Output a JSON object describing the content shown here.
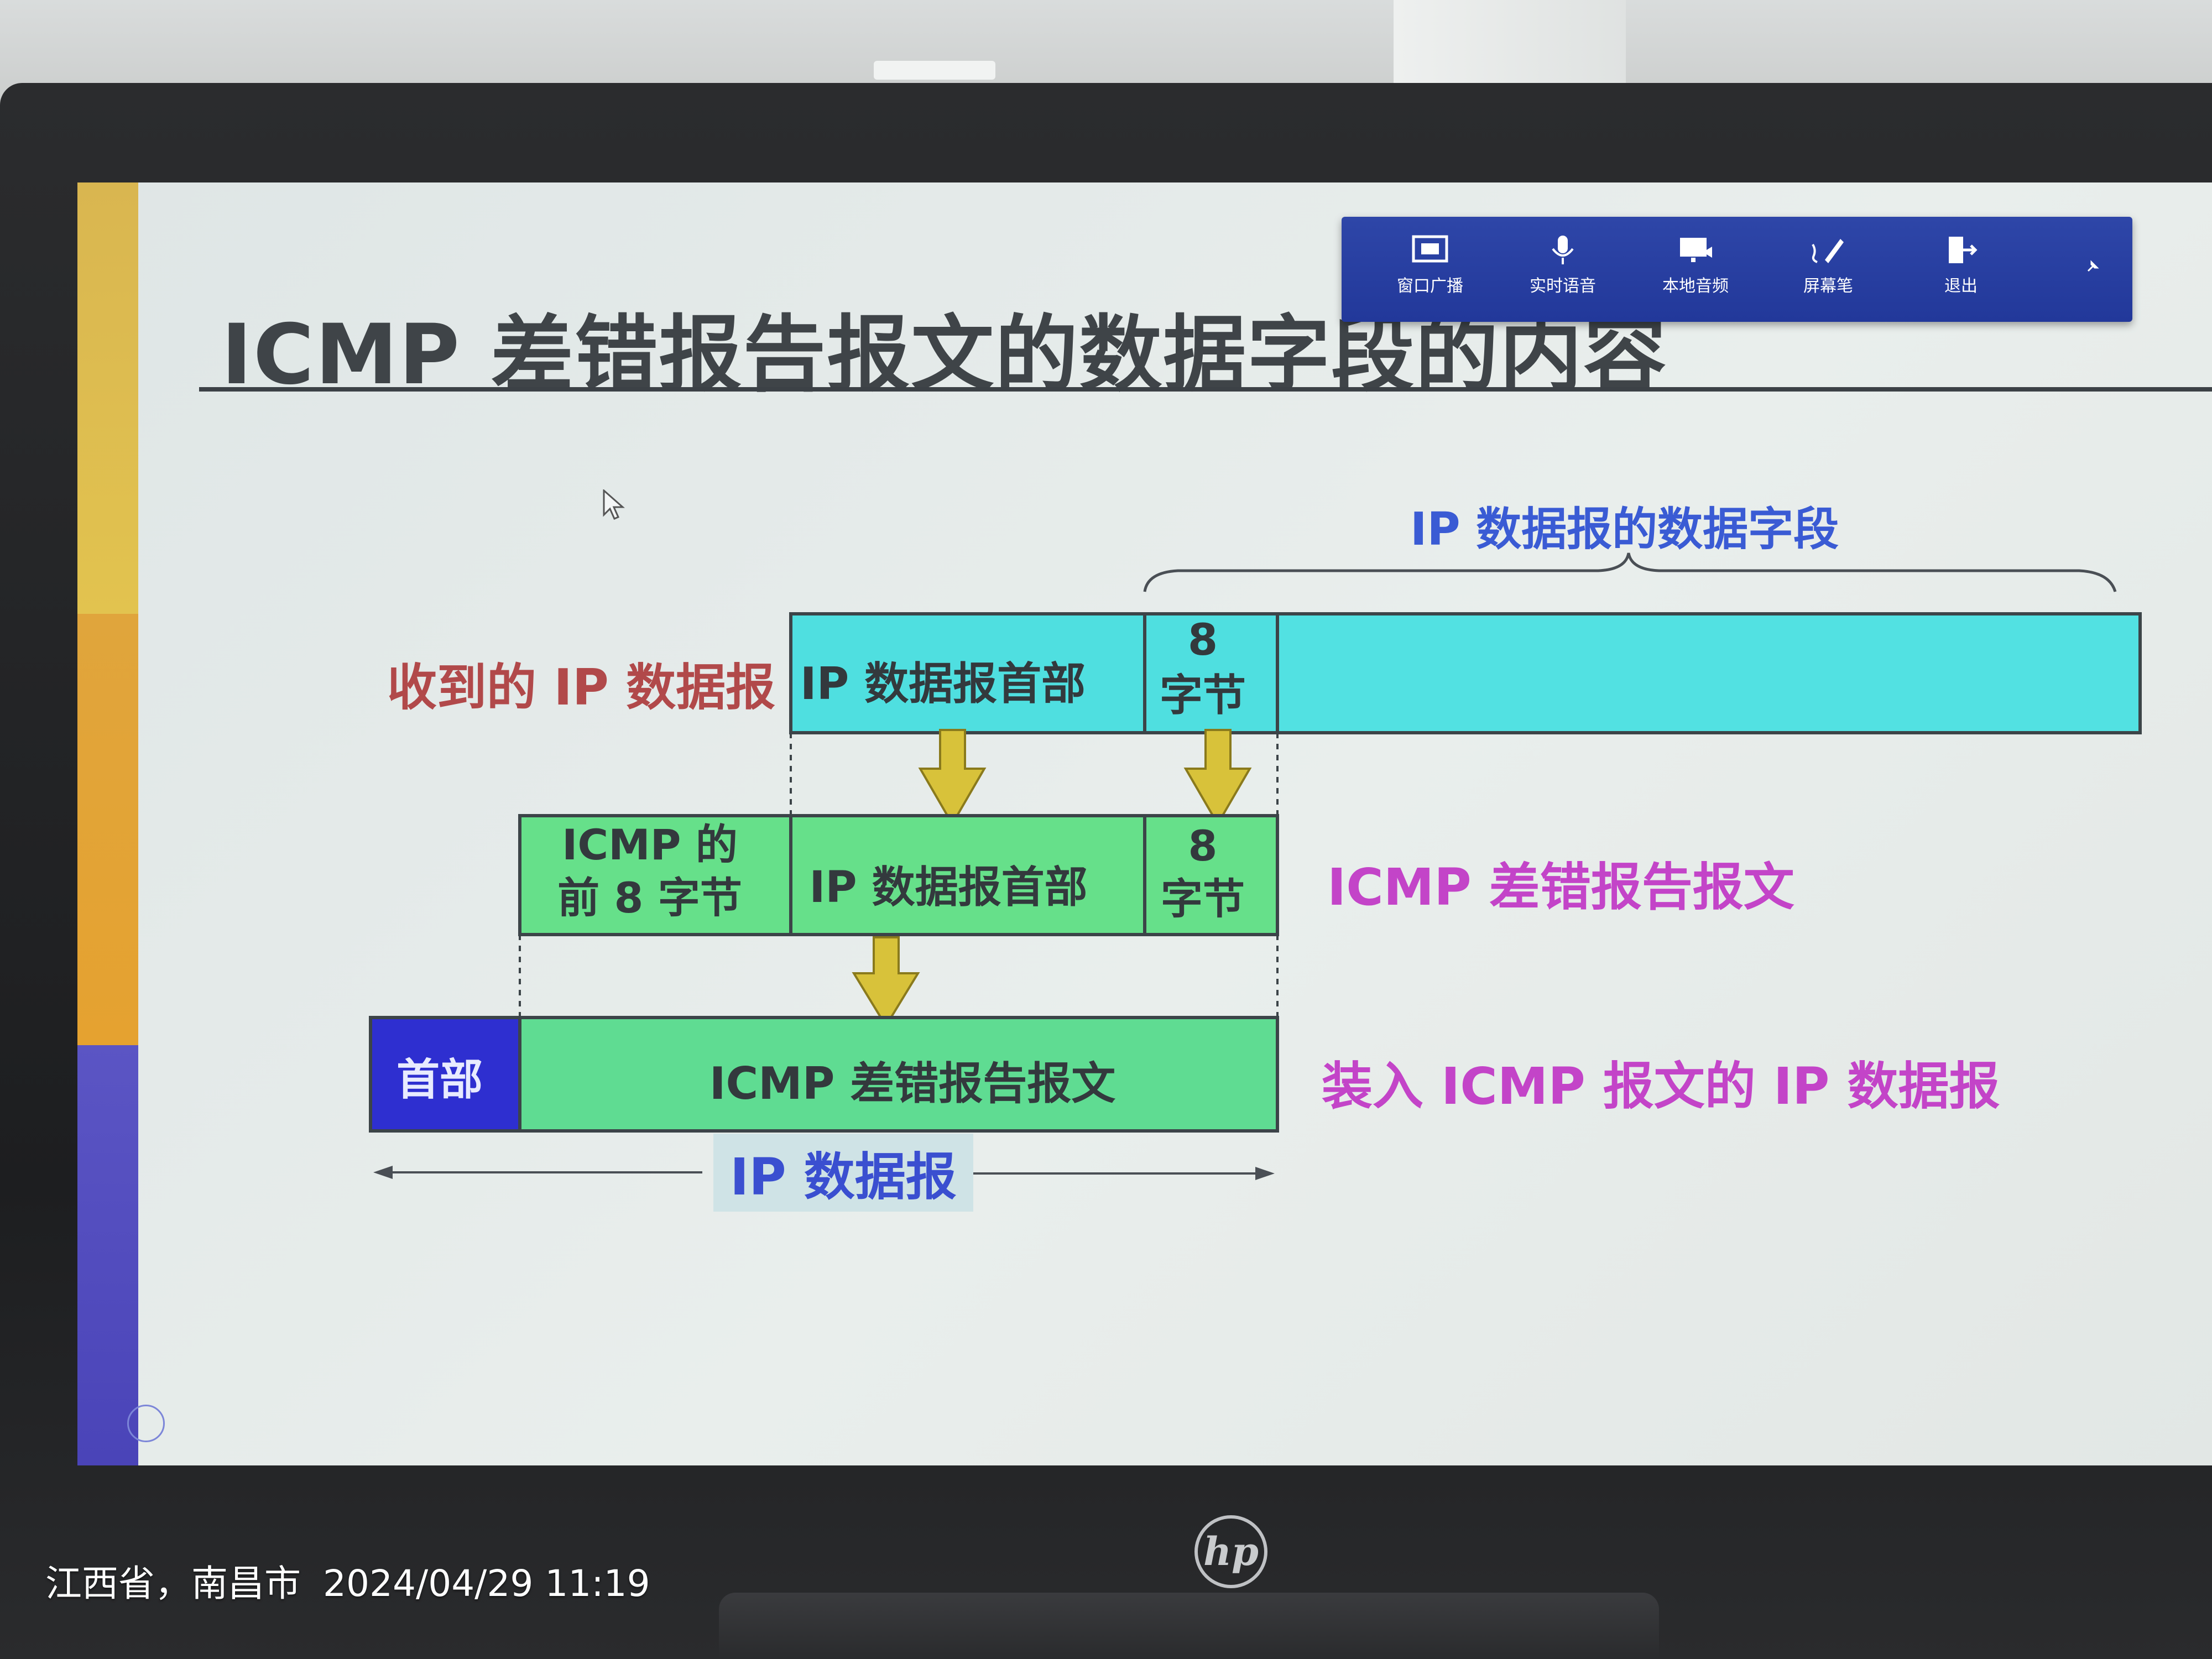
{
  "slide": {
    "title": "ICMP 差错报告报文的数据字段的内容",
    "labels": {
      "received": "收到的 IP 数据报",
      "ip_data_field": "IP 数据报的数据字段",
      "icmp_error_message": "ICMP 差错报告报文",
      "packed_datagram": "装入 ICMP 报文的 IP 数据报",
      "ip_datagram": "IP 数据报"
    },
    "boxes": {
      "ip_header_row1": "IP 数据报首部",
      "eight_bytes_row1_num": "8",
      "eight_bytes_row1_unit": "字节",
      "icmp_first_line1": "ICMP 的",
      "icmp_first_line2": "前 8 字节",
      "ip_header_row2": "IP 数据报首部",
      "eight_bytes_row2_num": "8",
      "eight_bytes_row2_unit": "字节",
      "header": "首部",
      "icmp_error_body": "ICMP 差错报告报文"
    },
    "colors": {
      "cyan_box": "#4fdfe0",
      "green_box": "#66e08a",
      "header_blue": "#2e2fd0",
      "arrow_yellow": "#d8c23a"
    }
  },
  "toolbar": {
    "buttons": [
      {
        "label": "窗口广播",
        "icon": "window-broadcast-icon"
      },
      {
        "label": "实时语音",
        "icon": "microphone-icon"
      },
      {
        "label": "本地音频",
        "icon": "local-audio-icon"
      },
      {
        "label": "屏幕笔",
        "icon": "pen-icon"
      },
      {
        "label": "退出",
        "icon": "exit-icon"
      }
    ]
  },
  "monitor": {
    "brand": "hp"
  },
  "photo_stamp": {
    "location": "江西省，南昌市",
    "datetime": "2024/04/29 11:19"
  }
}
